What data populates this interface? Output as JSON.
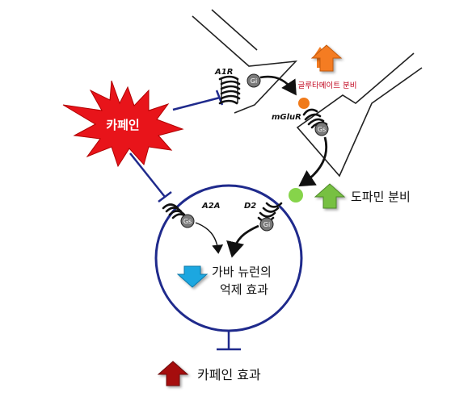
{
  "labels": {
    "caffeine": "카페인",
    "a1r": "A1R",
    "mglur": "mGluR",
    "a2a": "A2A",
    "d2": "D2",
    "gi": "Gi",
    "gs": "Gs",
    "glutamate_release": "글루타메이트 분비",
    "dopamine_release": "도파민 분비",
    "gaba_line1": "가바 뉴런의",
    "gaba_line2": "억제 효과",
    "caffeine_effect": "카페인 효과"
  },
  "colors": {
    "caffeine_burst": "#e8141a",
    "inhibition_line": "#1f2a8c",
    "neuron_circle": "#1f2a8c",
    "glutamate_dot": "#f07a1a",
    "dopamine_dot": "#86d44a",
    "up_orange": "#f47b20",
    "up_green": "#77c043",
    "down_blue": "#1aa7e0",
    "up_darkred": "#a50f0f",
    "glutamate_text": "#c0001a",
    "g_protein": "#7a7a7a"
  },
  "icons": {
    "receptor": "serpentine-receptor-icon",
    "up": "up-arrow-icon",
    "down": "down-arrow-icon",
    "burst": "starburst-icon"
  }
}
